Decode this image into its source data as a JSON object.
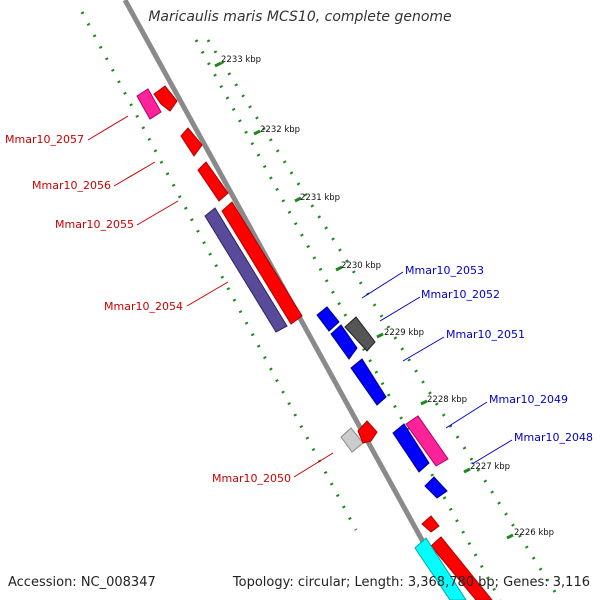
{
  "title": "Maricaulis maris MCS10, complete genome",
  "footer": {
    "accession": "Accession: NC_008347",
    "topology": "Topology: circular; Length: 3,368,780 bp; Genes: 3,116"
  },
  "kbp_labels": [
    "2233 kbp",
    "2232 kbp",
    "2231 kbp",
    "2230 kbp",
    "2229 kbp",
    "2228 kbp",
    "2227 kbp",
    "2226 kbp"
  ],
  "genes_left": [
    {
      "name": "Mmar10_2057",
      "color": "#cc0000"
    },
    {
      "name": "Mmar10_2056",
      "color": "#cc0000"
    },
    {
      "name": "Mmar10_2055",
      "color": "#cc0000"
    },
    {
      "name": "Mmar10_2054",
      "color": "#cc0000"
    },
    {
      "name": "Mmar10_2050",
      "color": "#cc0000"
    }
  ],
  "genes_right": [
    {
      "name": "Mmar10_2053",
      "color": "#0000cc"
    },
    {
      "name": "Mmar10_2052",
      "color": "#0000cc"
    },
    {
      "name": "Mmar10_2051",
      "color": "#0000cc"
    },
    {
      "name": "Mmar10_2049",
      "color": "#0000cc"
    },
    {
      "name": "Mmar10_2048",
      "color": "#0000cc"
    }
  ],
  "colors": {
    "backbone": "#8a8a8a",
    "dots": "#1a8a1a",
    "red": "#ff0000",
    "blue": "#0000ff",
    "pink": "#ff2299",
    "purple": "#5a4a9a",
    "gray": "#555555",
    "lightgray": "#cccccc",
    "cyan": "#00ffff"
  }
}
